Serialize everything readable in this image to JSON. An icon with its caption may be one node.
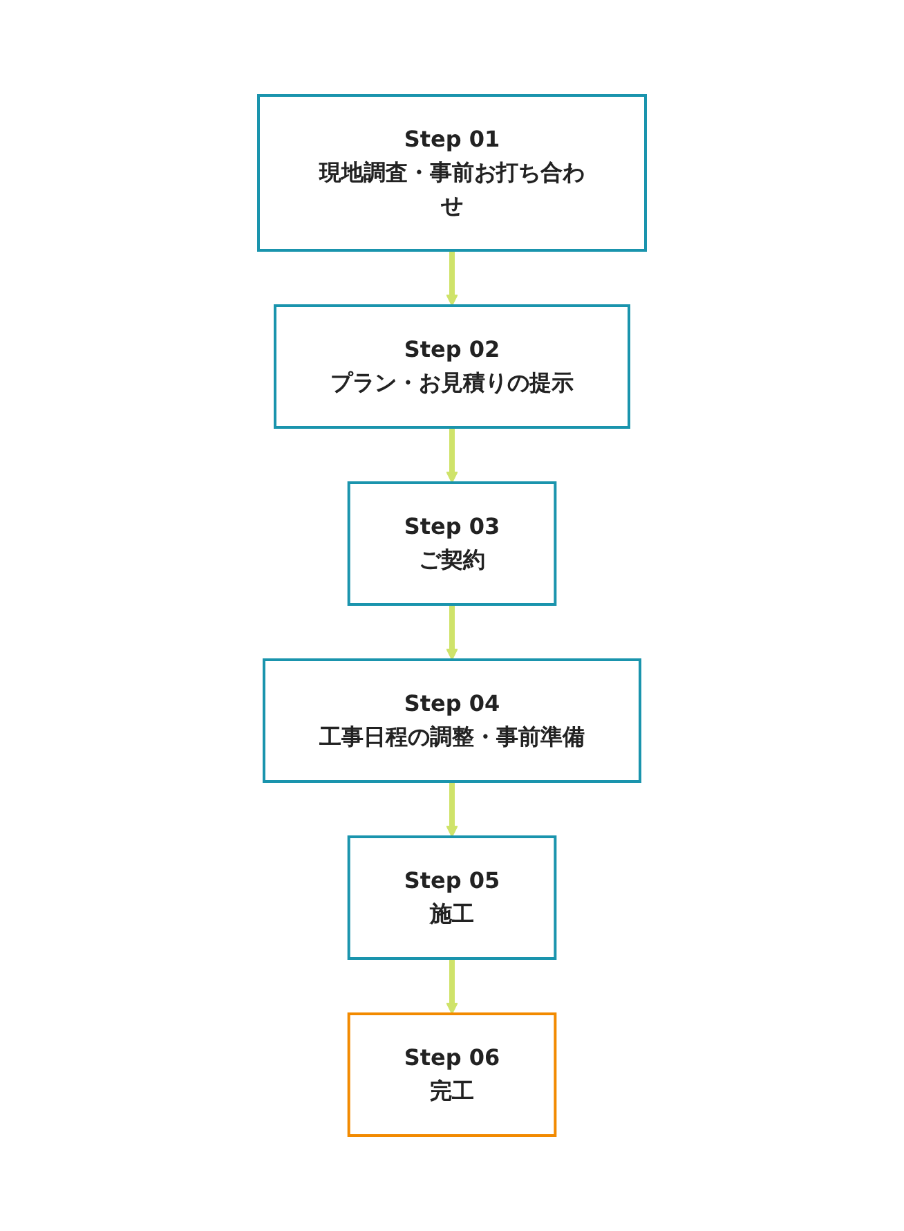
{
  "diagram": {
    "nodes": [
      {
        "text": [
          "Step 01",
          "現地調査・事前お打ち合わせ"
        ]
      },
      {
        "text": [
          "Step 02",
          "プラン・お見積りの提示"
        ]
      },
      {
        "text": [
          "Step 03",
          "ご契約"
        ]
      },
      {
        "text": [
          "Step 04",
          "工事日程の調整・事前準備"
        ]
      },
      {
        "text": [
          "Step 05",
          "施工"
        ]
      },
      {
        "text": [
          "Step 06",
          "完工"
        ]
      }
    ],
    "edges": [
      {
        "from": 0,
        "to": 1,
        "arrow": "to"
      },
      {
        "from": 1,
        "to": 2,
        "arrow": "to"
      },
      {
        "from": 2,
        "to": 3,
        "arrow": "to"
      },
      {
        "from": 3,
        "to": 4,
        "arrow": "to"
      },
      {
        "from": 4,
        "to": 5,
        "arrow": "to"
      }
    ]
  }
}
